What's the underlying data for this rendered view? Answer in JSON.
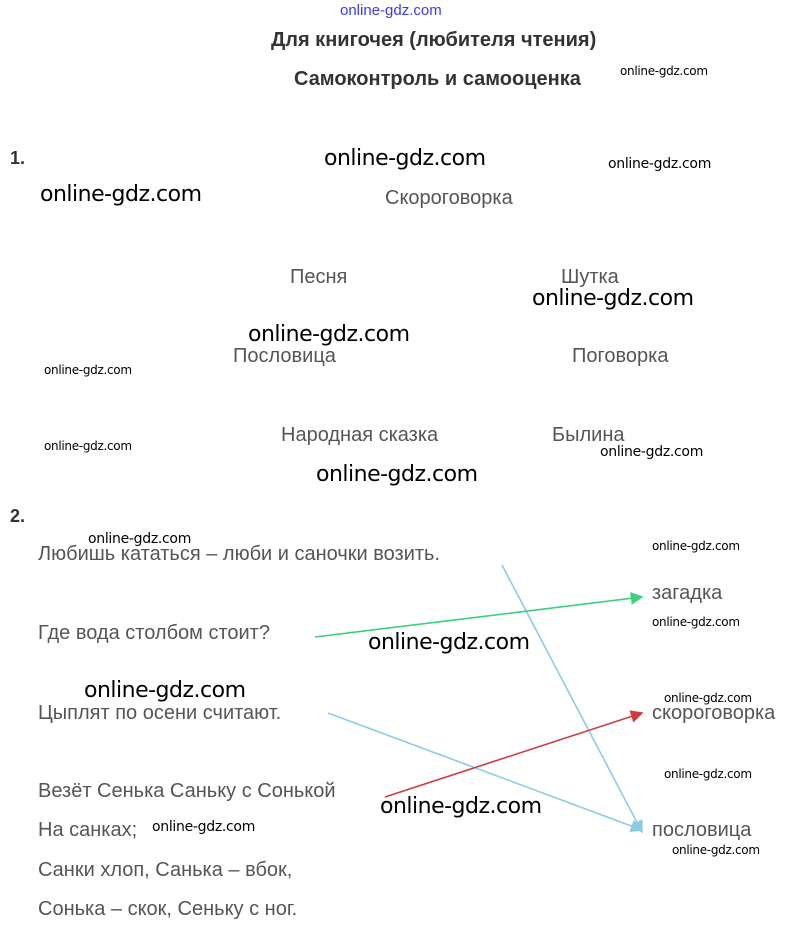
{
  "header": {
    "site_mark": "online-gdz.com",
    "title": "Для книгочея (любителя чтения)",
    "subtitle": "Самоконтроль и самооценка"
  },
  "task1": {
    "number": "1.",
    "words": [
      "Скороговорка",
      "Песня",
      "Шутка",
      "Пословица",
      "Поговорка",
      "Народная сказка",
      "Былина"
    ]
  },
  "task2": {
    "number": "2.",
    "left": [
      "Любишь кататься – люби и саночки возить.",
      "Где вода столбом стоит?",
      "Цыплят по осени считают.",
      "Везёт Сенька Саньку с Сонькой",
      "На санках;",
      "Санки хлоп, Санька – вбок,",
      "Сонька – скок, Сеньку с ног."
    ],
    "right": [
      "загадка",
      "скороговорка",
      "пословица"
    ],
    "arrows": [
      {
        "from": "Любишь кататься – люби и саночки возить.",
        "to": "пословица",
        "color": "#8ecae6"
      },
      {
        "from": "Где вода столбом стоит?",
        "to": "загадка",
        "color": "#3ecf7a"
      },
      {
        "from": "Цыплят по осени считают.",
        "to": "пословица",
        "color": "#8ecae6"
      },
      {
        "from": "Везёт Сенька Саньку с Сонькой",
        "to": "скороговорка",
        "color": "#d03a3a"
      }
    ]
  },
  "watermark": "online-gdz.com"
}
